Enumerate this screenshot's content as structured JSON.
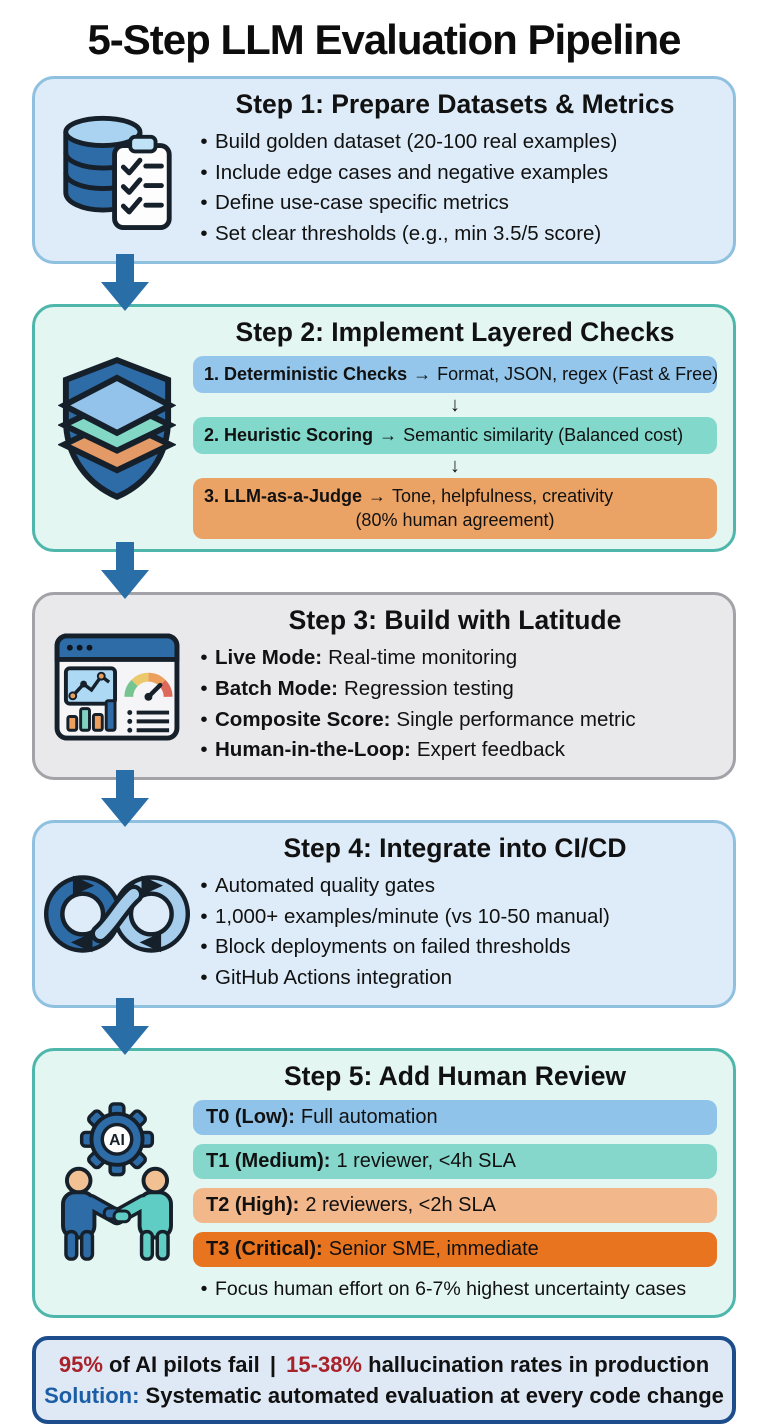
{
  "title": "5-Step LLM Evaluation Pipeline",
  "colors": {
    "arrow": "#2a6ea8",
    "stat_red": "#a8222a",
    "solution_blue": "#1b5ea6",
    "card_blue_bg": "#ddecf8",
    "card_blue_border": "#8fc0e0",
    "card_teal_bg": "#e3f6f2",
    "card_teal_border": "#4fb6ac",
    "card_gray_bg": "#e9e9eb",
    "card_gray_border": "#a2a2a8",
    "footer_bg": "#dfe9f6",
    "footer_border": "#1d4d8a"
  },
  "steps": [
    {
      "heading": "Step 1: Prepare Datasets & Metrics",
      "icon": "database-checklist-icon",
      "bullets": [
        "Build golden dataset (20-100 real examples)",
        "Include edge cases and negative examples",
        "Define use-case specific metrics",
        "Set clear thresholds (e.g., min 3.5/5 score)"
      ]
    },
    {
      "heading": "Step 2: Implement Layered Checks",
      "icon": "layered-shield-icon",
      "connector": "↓",
      "pills": [
        {
          "label": "1. Deterministic Checks",
          "arrow": "→",
          "text": "Format, JSON, regex (Fast & Free)",
          "color": "#93c6ea"
        },
        {
          "label": "2. Heuristic Scoring",
          "arrow": "→",
          "text": "Semantic similarity (Balanced cost)",
          "color": "#82d8cb"
        },
        {
          "label": "3. LLM-as-a-Judge",
          "arrow": "→",
          "text": "Tone, helpfulness, creativity",
          "text2": "(80% human agreement)",
          "color": "#eba365"
        }
      ]
    },
    {
      "heading": "Step 3: Build with Latitude",
      "icon": "dashboard-icon",
      "bullets": [
        {
          "label": "Live Mode:",
          "text": "Real-time monitoring"
        },
        {
          "label": "Batch Mode:",
          "text": "Regression testing"
        },
        {
          "label": "Composite Score:",
          "text": "Single performance metric"
        },
        {
          "label": "Human-in-the-Loop:",
          "text": "Expert feedback"
        }
      ]
    },
    {
      "heading": "Step 4: Integrate into CI/CD",
      "icon": "infinity-devops-icon",
      "bullets": [
        "Automated quality gates",
        "1,000+ examples/minute (vs 10-50 manual)",
        "Block deployments on failed thresholds",
        "GitHub Actions integration"
      ]
    },
    {
      "heading": "Step 5: Add Human Review",
      "icon": "handshake-ai-icon",
      "tiers": [
        {
          "label": "T0 (Low):",
          "text": "Full automation",
          "color": "#8fc3ea"
        },
        {
          "label": "T1 (Medium):",
          "text": "1 reviewer, <4h SLA",
          "color": "#85d7cb"
        },
        {
          "label": "T2 (High):",
          "text": "2 reviewers, <2h SLA",
          "color": "#f2b88c"
        },
        {
          "label": "T3 (Critical):",
          "text": "Senior SME, immediate",
          "color": "#e9741f"
        }
      ],
      "bullet": "Focus human effort on 6-7% highest uncertainty cases"
    }
  ],
  "footer": {
    "stat1": "95%",
    "text1": "of AI pilots fail",
    "divider": "|",
    "stat2": "15-38%",
    "text2": "hallucination rates in production",
    "solution_label": "Solution:",
    "solution_text": "Systematic automated evaluation at every code change"
  }
}
